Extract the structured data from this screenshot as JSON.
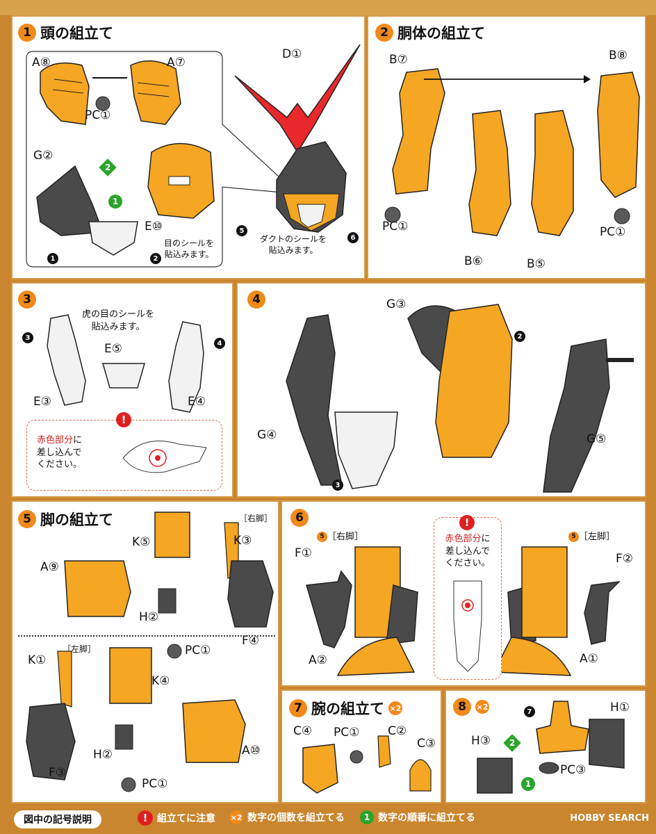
{
  "steps": {
    "s1": {
      "num": "1",
      "title": "頭の組立て"
    },
    "s2": {
      "num": "2",
      "title": "胴体の組立て"
    },
    "s3": {
      "num": "3"
    },
    "s4": {
      "num": "4"
    },
    "s5": {
      "num": "5",
      "title": "脚の組立て"
    },
    "s6": {
      "num": "6"
    },
    "s7": {
      "num": "7",
      "title": "腕の組立て",
      "mult": "×2"
    },
    "s8": {
      "num": "8",
      "mult": "×2"
    }
  },
  "labels": {
    "s1": {
      "a8": "A⑧",
      "a7": "A⑦",
      "pc1": "PC①",
      "g2": "G②",
      "e10": "E⑩",
      "d1": "D①",
      "eye_note_1": "目のシールを",
      "eye_note_2": "貼込みます。",
      "duct_note_1": "ダクトのシールを",
      "duct_note_2": "貼込みます。",
      "m1": "1",
      "m2": "2",
      "m5": "5",
      "m6": "6",
      "g_diamond": "2",
      "g_circle": "1"
    },
    "s2": {
      "b7": "B⑦",
      "b8": "B⑧",
      "b6": "B⑥",
      "b5": "B⑤",
      "pc1_left": "PC①",
      "pc1_right": "PC①"
    },
    "s3": {
      "note_1": "虎の目のシールを",
      "note_2": "貼込みます。",
      "e5": "E⑤",
      "e3": "E③",
      "e4": "E④",
      "m3": "3",
      "m4": "4",
      "warn_red": "赤色部分",
      "warn_1": "に",
      "warn_2": "差し込んで",
      "warn_3": "ください。"
    },
    "s4": {
      "g3": "G③",
      "g4": "G④",
      "g5": "G⑤",
      "m2": "2",
      "m3": "3"
    },
    "s5": {
      "right_leg": "［右脚］",
      "left_leg": "［左脚］",
      "k5": "K⑤",
      "k3": "K③",
      "a9": "A⑨",
      "h2a": "H②",
      "pc1a": "PC①",
      "f4": "F④",
      "k1": "K①",
      "k4": "K④",
      "a10": "A⑩",
      "h2b": "H②",
      "pc1b": "PC①",
      "f3": "F③"
    },
    "s6": {
      "right_leg": "［右脚］",
      "left_leg": "［左脚］",
      "f1": "F①",
      "f2": "F②",
      "a2": "A②",
      "a1": "A①",
      "m5": "5",
      "warn_red": "赤色部分",
      "warn_1": "に",
      "warn_2": "差し込んで",
      "warn_3": "ください。"
    },
    "s7": {
      "c4": "C④",
      "pc1": "PC①",
      "c2": "C②",
      "c3": "C③"
    },
    "s8": {
      "h1": "H①",
      "h3": "H③",
      "pc3": "PC③",
      "m7": "7",
      "g_diamond": "2",
      "g_circle": "1"
    }
  },
  "legend": {
    "title": "図中の記号説明",
    "caution_icon": "!",
    "caution": "組立てに注意",
    "count_icon": "×2",
    "count": "数字の個数を組立てる",
    "order_icon": "1",
    "order": "数字の順番に組立てる"
  },
  "watermark": "HOBBY SEARCH",
  "colors": {
    "orange_part": "#f5a623",
    "dark_part": "#4a4a4a",
    "red_part": "#e8282a",
    "white_part": "#f2f2f2",
    "frame": "#c9862e"
  }
}
